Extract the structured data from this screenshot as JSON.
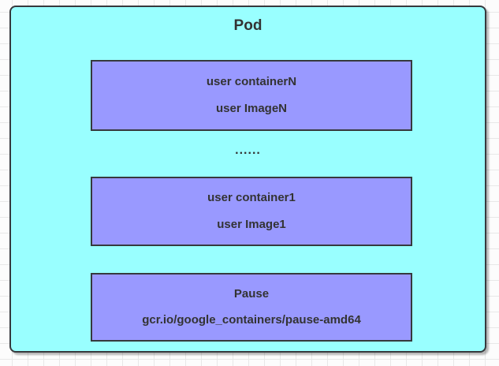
{
  "diagram": {
    "pod_label": "Pod",
    "ellipsis": "......",
    "containers": [
      {
        "name": "user containerN",
        "image": "user ImageN"
      },
      {
        "name": "user container1",
        "image": "user Image1"
      },
      {
        "name": "Pause",
        "image": "gcr.io/google_containers/pause-amd64"
      }
    ],
    "colors": {
      "pod_fill": "#99FFFF",
      "container_fill": "#9999FF",
      "stroke": "#36393D",
      "text": "#333333",
      "grid_line": "#E8E8E8",
      "canvas_bg": "#FCFCFC"
    }
  }
}
